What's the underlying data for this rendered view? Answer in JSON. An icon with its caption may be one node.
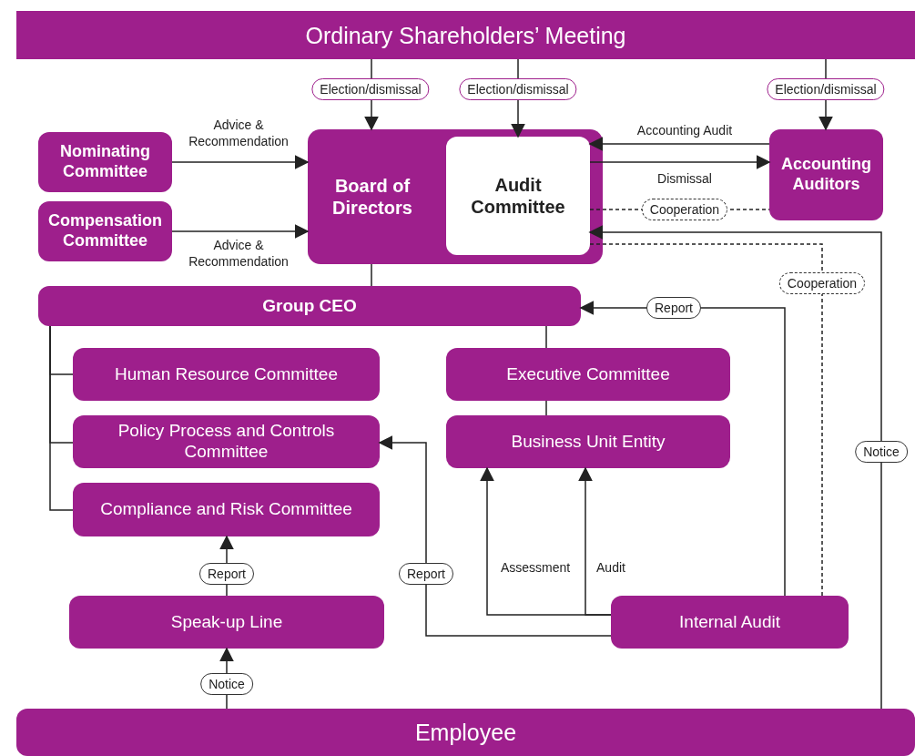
{
  "diagram": {
    "nodes": [
      {
        "text": [
          "Ordinary Shareholders’ Meeting"
        ]
      },
      {
        "text": [
          "Nominating Committee"
        ]
      },
      {
        "text": [
          "Compensation Committee"
        ]
      },
      {
        "text": [
          "Board of Directors"
        ]
      },
      {
        "text": [
          "Audit Committee"
        ],
        "in": 3
      },
      {
        "text": [
          "Accounting Auditors"
        ]
      },
      {
        "text": [
          "Group CEO"
        ]
      },
      {
        "text": [
          "Human Resource Committee"
        ]
      },
      {
        "text": [
          "Policy Process and Controls Committee"
        ]
      },
      {
        "text": [
          "Compliance and Risk Committee"
        ]
      },
      {
        "text": [
          "Executive Committee"
        ]
      },
      {
        "text": [
          "Business Unit Entity"
        ]
      },
      {
        "text": [
          "Speak-up Line"
        ]
      },
      {
        "text": [
          "Internal Audit"
        ]
      },
      {
        "text": [
          "Employee"
        ]
      }
    ],
    "edges": [
      {
        "from": 0,
        "to": 3,
        "arrow": "to",
        "label": "Election/dismissal"
      },
      {
        "from": 0,
        "to": 4,
        "arrow": "to",
        "label": "Election/dismissal"
      },
      {
        "from": 0,
        "to": 5,
        "arrow": "to",
        "label": "Election/dismissal"
      },
      {
        "from": 1,
        "to": 3,
        "arrow": "to",
        "label": "Advice & Recommendation"
      },
      {
        "from": 2,
        "to": 3,
        "arrow": "to",
        "label": "Advice & Recommendation"
      },
      {
        "from": 5,
        "to": 4,
        "arrow": "to",
        "label": "Accounting Audit"
      },
      {
        "from": 4,
        "to": 5,
        "arrow": "to",
        "label": "Dismissal"
      },
      {
        "from": 4,
        "to": 5,
        "arrow": "none",
        "label": "Cooperation",
        "style": "dashed"
      },
      {
        "from": 13,
        "to": 4,
        "arrow": "none",
        "label": "Cooperation",
        "style": "dashed"
      },
      {
        "from": 14,
        "to": 4,
        "arrow": "to",
        "label": "Notice"
      },
      {
        "from": 13,
        "to": 6,
        "arrow": "to",
        "label": "Report"
      },
      {
        "from": 13,
        "to": 8,
        "arrow": "to",
        "label": "Report"
      },
      {
        "from": 13,
        "to": 11,
        "arrow": "to",
        "label": "Assessment"
      },
      {
        "from": 13,
        "to": 11,
        "arrow": "to",
        "label": "Audit"
      },
      {
        "from": 12,
        "to": 9,
        "arrow": "to",
        "label": "Report"
      },
      {
        "from": 14,
        "to": 12,
        "arrow": "to",
        "label": "Notice"
      },
      {
        "from": 3,
        "to": 6,
        "arrow": "none"
      },
      {
        "from": 6,
        "to": 10,
        "arrow": "none"
      },
      {
        "from": 10,
        "to": 11,
        "arrow": "none"
      },
      {
        "from": 6,
        "to": 7,
        "arrow": "none"
      },
      {
        "from": 6,
        "to": 8,
        "arrow": "none"
      },
      {
        "from": 6,
        "to": 9,
        "arrow": "none"
      }
    ]
  }
}
